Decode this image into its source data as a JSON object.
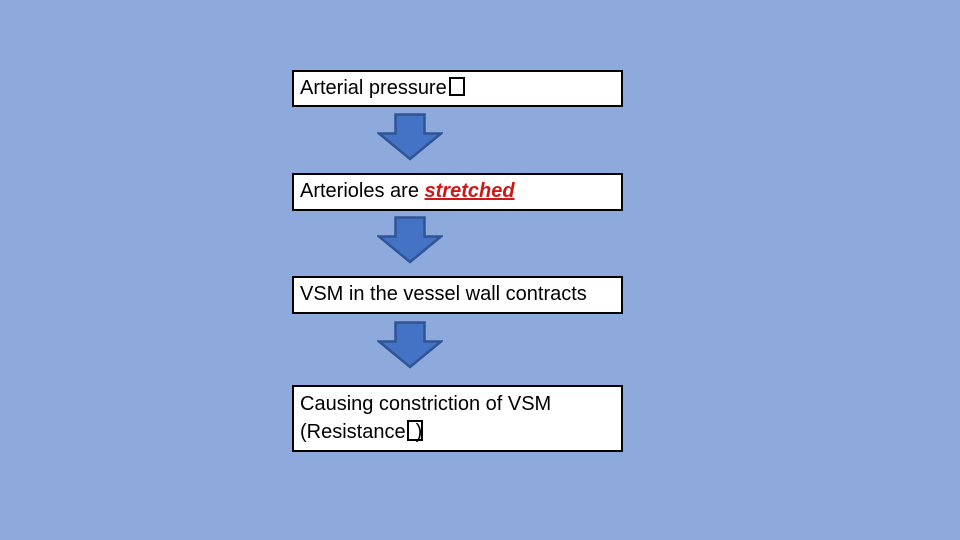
{
  "colors": {
    "background": "#8EA9DB",
    "box_fill": "#FFFFFF",
    "box_border": "#000000",
    "text": "#000000",
    "emphasis_red": "#D01717",
    "arrow_fill": "#4472C4",
    "arrow_stroke": "#2F5597"
  },
  "flowchart": {
    "boxes": {
      "box1": {
        "text": "Arterial pressure"
      },
      "box2": {
        "prefix": "Arterioles are ",
        "emphasis": "stretched"
      },
      "box3": {
        "text": "VSM in the vessel wall contracts"
      },
      "box4": {
        "line1": "Causing constriction of VSM",
        "line2_prefix": "(Resistance",
        "line2_suffix": ")"
      }
    },
    "connectors": [
      "down-arrow",
      "down-arrow",
      "down-arrow"
    ]
  }
}
